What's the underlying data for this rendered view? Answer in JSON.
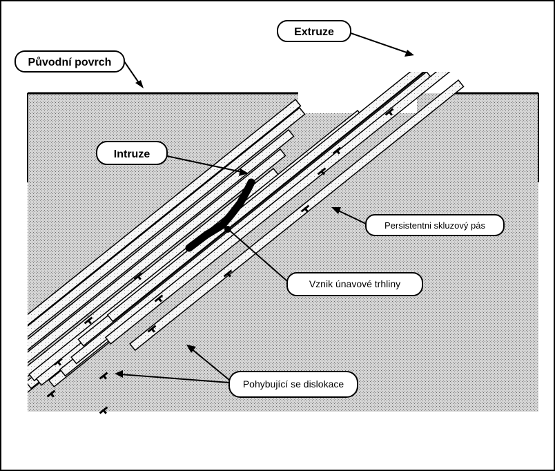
{
  "labels": {
    "original_surface": "Původní povrch",
    "extrusion": "Extruze",
    "intrusion": "Intruze",
    "persistent_slip_band": "Persistentni skluzový pás",
    "crack_initiation": "Vznik únavové trhliny",
    "moving_dislocations": "Pohybující se dislokace"
  },
  "colors": {
    "background": "#ffffff",
    "grain_fill": "#d9d9d9",
    "band_fill": "#f4f4f4",
    "outline": "#000000"
  }
}
